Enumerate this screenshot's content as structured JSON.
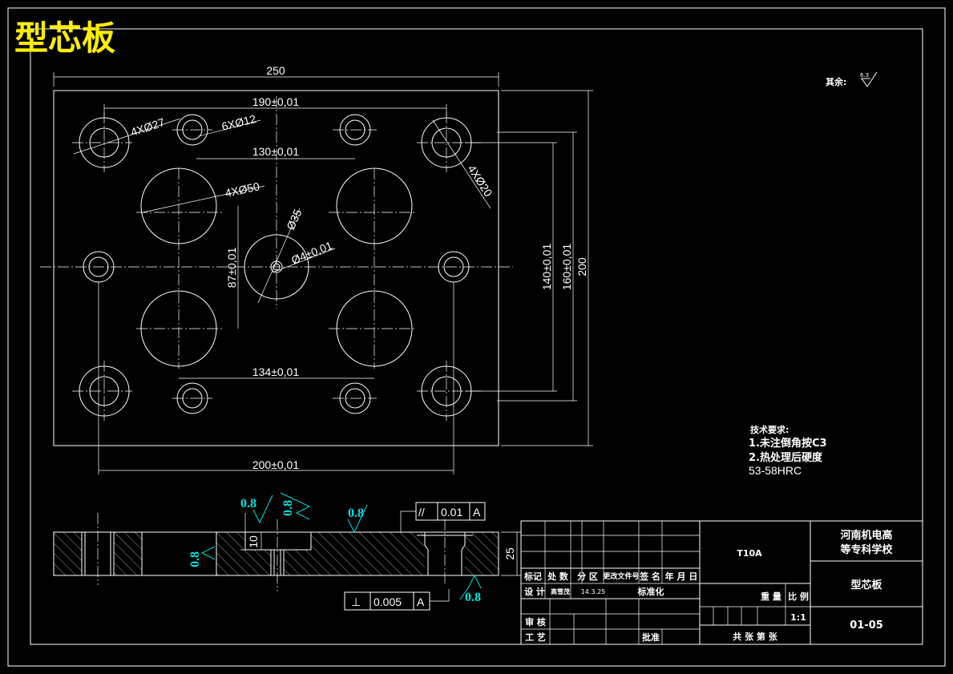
{
  "title": "型芯板",
  "surface_note": "其余:",
  "surface_note_value": "6.3",
  "dims": {
    "d250": "250",
    "d190": "190±0,01",
    "d130": "130±0,01",
    "d134": "134±0,01",
    "d200w": "200±0,01",
    "d87": "87±0,01",
    "d140": "140±0,01",
    "d160": "160±0,01",
    "d200h": "200",
    "h4x27": "4XØ27",
    "h6x12": "6XØ12",
    "h4x50": "4XØ50",
    "h4x20": "4XØ20",
    "h35": "Ø35",
    "h4": "Ø4±0,01",
    "d25": "25",
    "d10": "10"
  },
  "roughness": [
    "0.8",
    "0.8",
    "0.8",
    "0.8",
    "0.8"
  ],
  "tolerances": {
    "parallel_symbol": "//",
    "parallel_value": "0.01",
    "parallel_datum": "A",
    "perp_symbol": "⊥",
    "perp_value": "0.005",
    "perp_datum": "A"
  },
  "tech_req": {
    "heading": "技术要求:",
    "line1": "1.未注倒角按C3",
    "line2": "2.热处理后硬度",
    "line3": "53-58HRC"
  },
  "title_block": {
    "material": "T10A",
    "school_line1": "河南机电高",
    "school_line2": "等专科学校",
    "part_name": "型芯板",
    "drawing_no": "01-05",
    "weight_label": "重 量",
    "scale_label": "比 例",
    "scale_value": "1:1",
    "sheets_label": "共   张  第   张",
    "row_headers": [
      "标记",
      "处 数",
      "分 区",
      "更改文件号",
      "签 名",
      "年 月 日"
    ],
    "design_label": "设 计",
    "designer": "高雪茂",
    "design_date": "14.3.25",
    "standard_label": "标准化",
    "review_label": "审 核",
    "process_label": "工 艺",
    "approve_label": "批准"
  }
}
